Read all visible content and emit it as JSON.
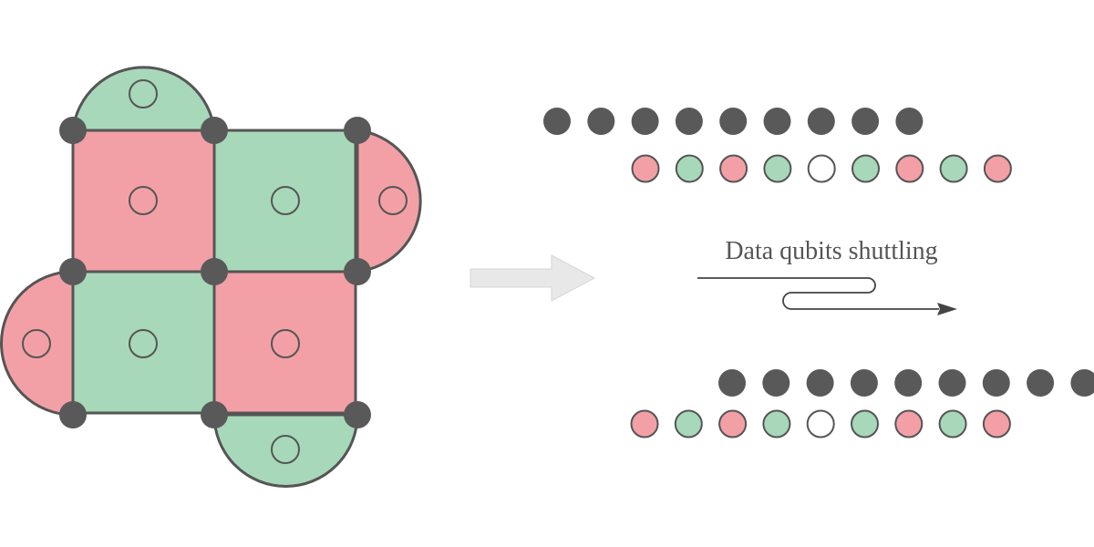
{
  "colors": {
    "red": "#f2a0a6",
    "green": "#a7d8b9",
    "data_qubit": "#595959",
    "outline": "#555555",
    "empty": "#ffffff",
    "arrow": "#e8e8e8",
    "arrow_stroke": "#d6d6d6"
  },
  "surface_code": {
    "square_plaquettes": [
      "red",
      "green",
      "green",
      "red"
    ],
    "half_plaquettes": [
      "green",
      "red",
      "red",
      "green"
    ],
    "data_qubit_count": 9,
    "ancilla_count": 8
  },
  "transition_arrow": {
    "icon": "right-arrow-icon"
  },
  "shuttling": {
    "label": "Data qubits shuttling",
    "icon": "shuttle-path-arrow-icon"
  },
  "before": {
    "data_row_count": 9,
    "ancilla_row": [
      "red",
      "green",
      "red",
      "green",
      "empty",
      "green",
      "red",
      "green",
      "red"
    ]
  },
  "after": {
    "data_row_count": 9,
    "ancilla_row": [
      "red",
      "green",
      "red",
      "green",
      "empty",
      "green",
      "red",
      "green",
      "red"
    ]
  }
}
